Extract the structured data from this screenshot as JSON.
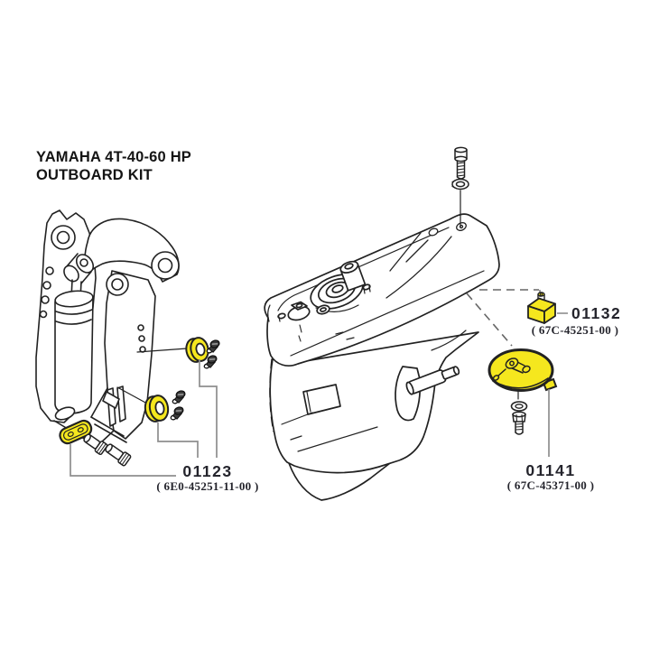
{
  "title": {
    "line1": "YAMAHA 4T-40-60 HP",
    "line2": "OUTBOARD KIT"
  },
  "parts": [
    {
      "number": "01123",
      "code": "( 6E0-45251-11-00 )",
      "description": "trim-tilt-bracket-anode-kit"
    },
    {
      "number": "01132",
      "code": "( 67C-45251-00 )",
      "description": "lower-unit-cube-anode"
    },
    {
      "number": "01141",
      "code": "( 67C-45371-00 )",
      "description": "lower-unit-disc-anode"
    }
  ],
  "colors": {
    "highlight": "#F5E71E",
    "line": "#222222",
    "leader": "#8E8E8E",
    "text": "#24242C",
    "background": "#FFFFFF"
  }
}
